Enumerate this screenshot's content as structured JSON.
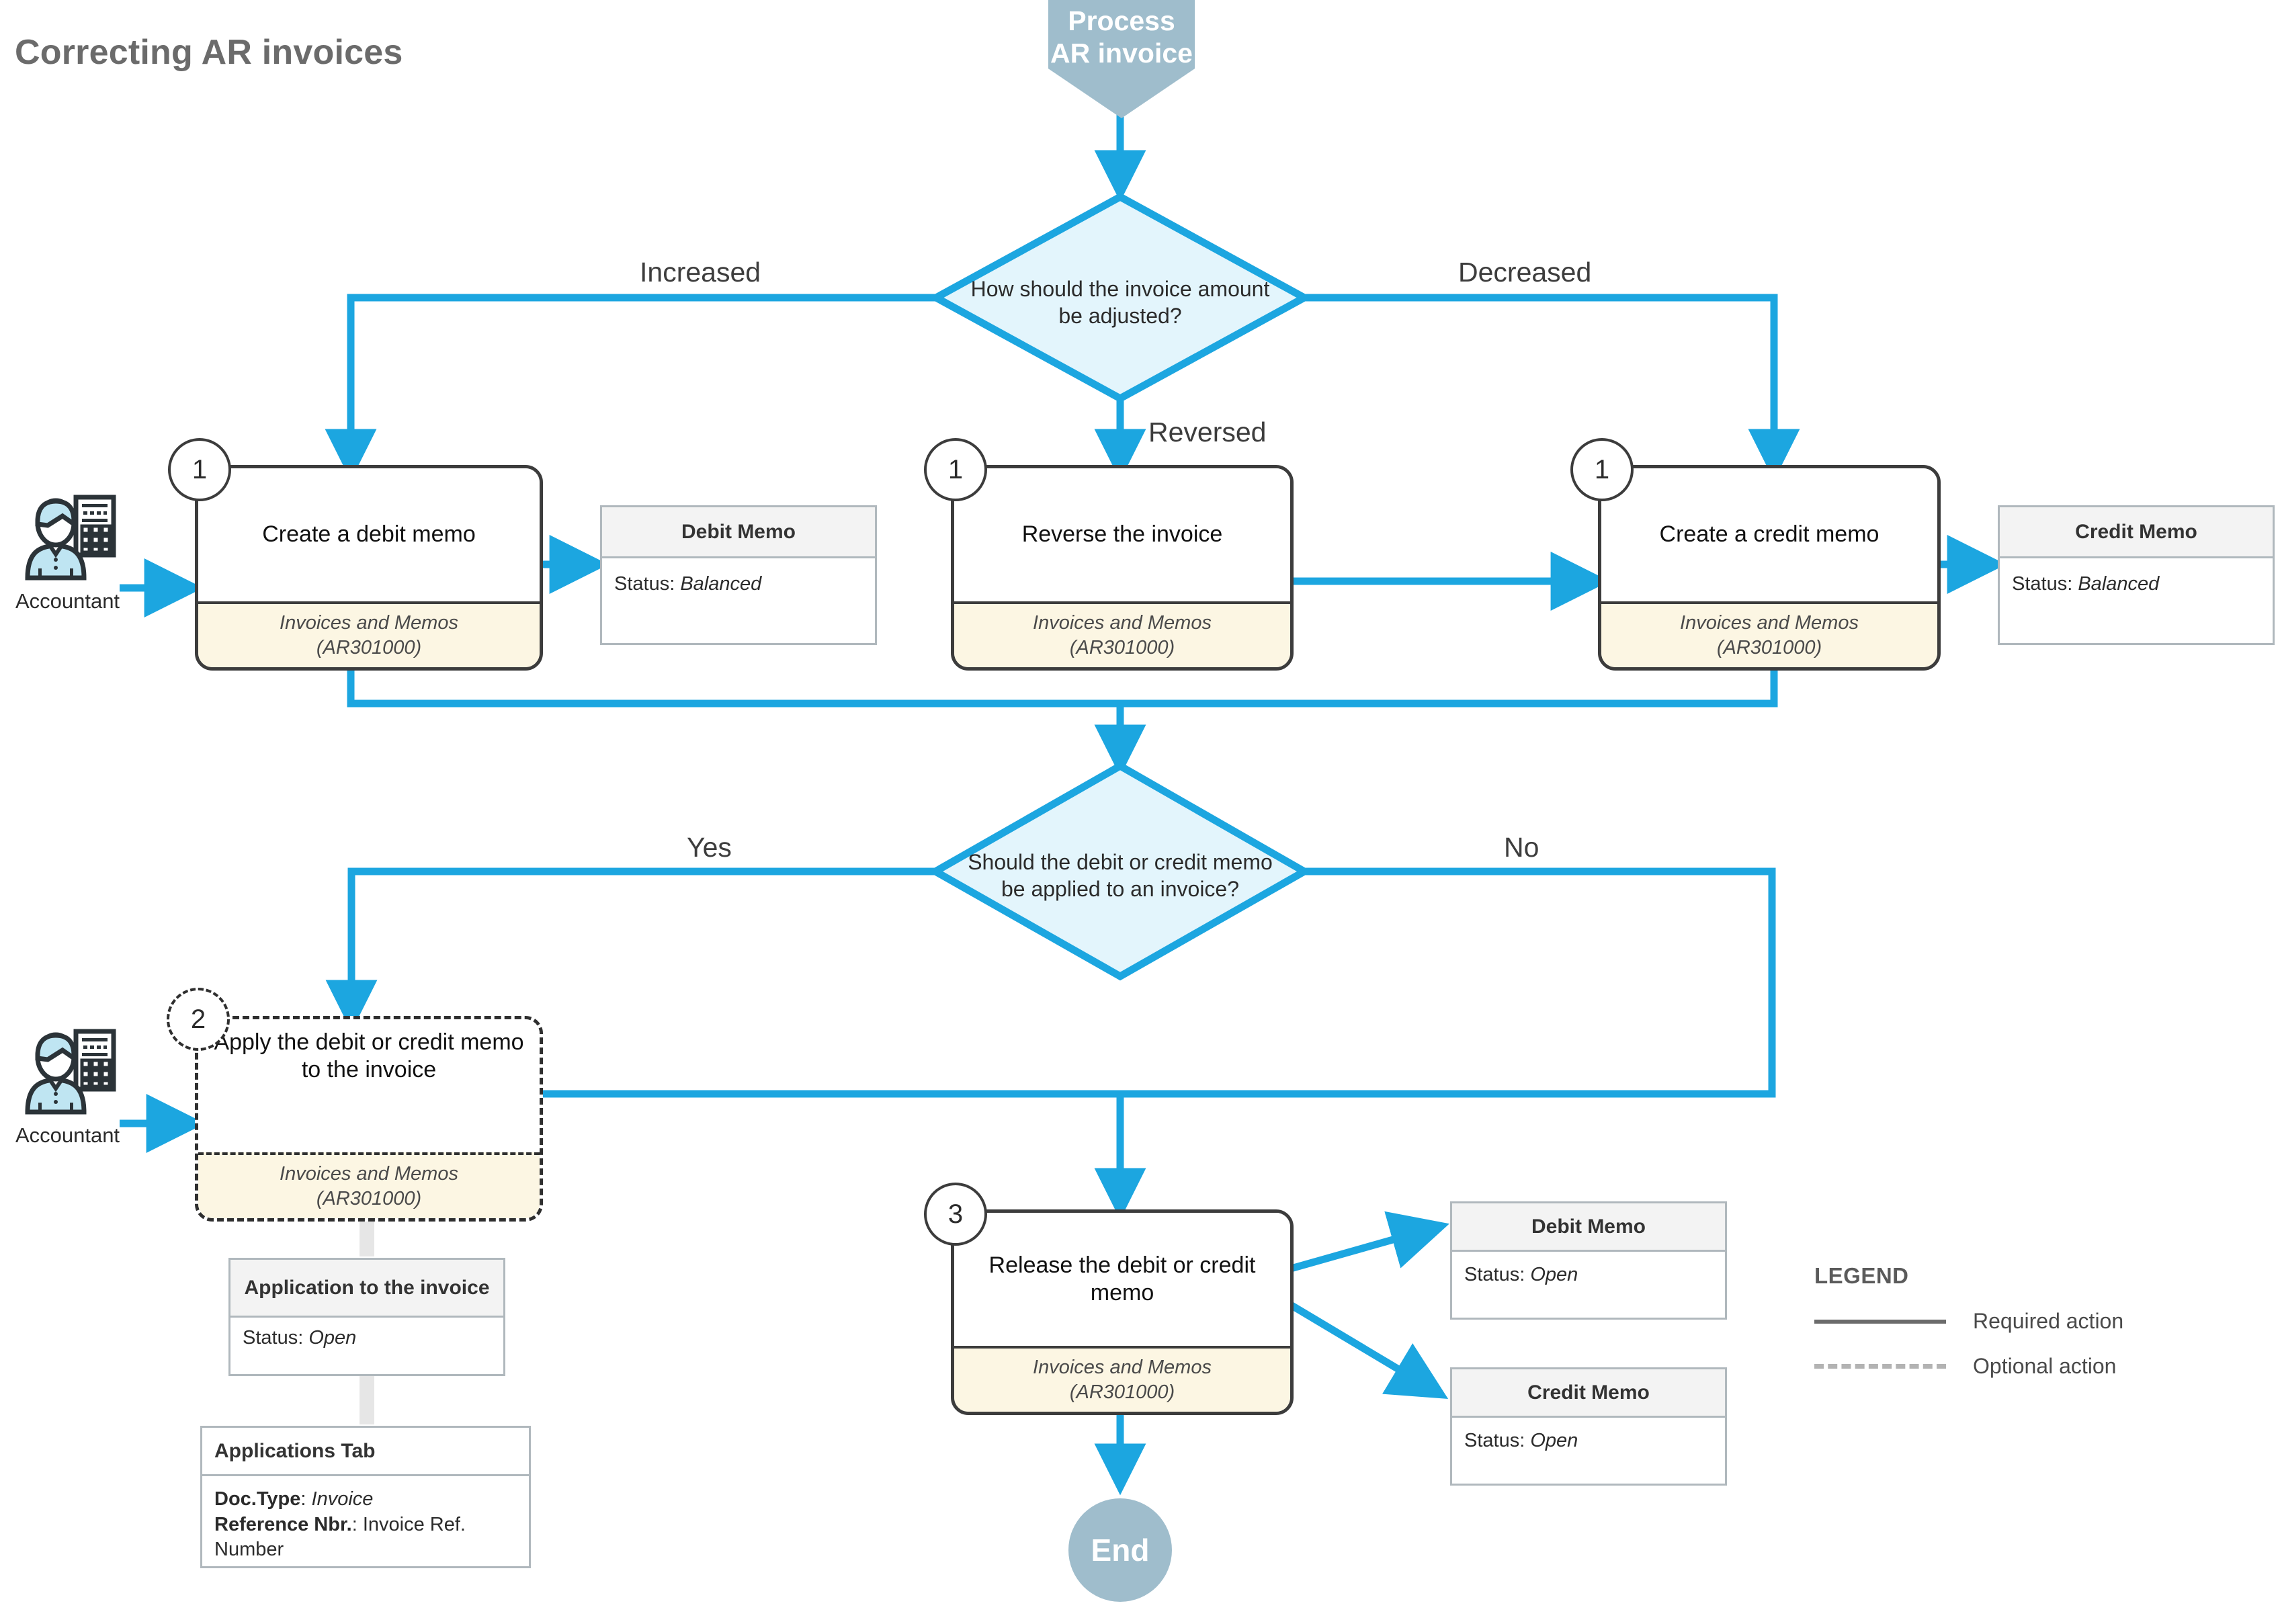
{
  "page": {
    "title": "Correcting AR invoices"
  },
  "terminators": {
    "start": {
      "label": "Process AR invoice",
      "color": "#9fbdcc"
    },
    "end": {
      "label": "End",
      "color": "#9fbdcc"
    }
  },
  "colors": {
    "flow_line": "#1CA6E0",
    "diamond_fill": "#E3F5FC",
    "diamond_stroke": "#1CA6E0",
    "screen_band": "#FCF6E3",
    "node_border": "#3C3C3C",
    "card_border": "#B0B8BD",
    "card_header": "#F3F3F3",
    "title_text": "#6B6B6B"
  },
  "decisions": [
    {
      "id": "adjust",
      "text_line1": "How should the invoice amount",
      "text_line2": "be adjusted?",
      "branches": [
        "Increased",
        "Reversed",
        "Decreased"
      ]
    },
    {
      "id": "apply",
      "text_line1": "Should the debit or credit memo",
      "text_line2": "be applied to an invoice?",
      "branches": [
        "Yes",
        "No"
      ]
    }
  ],
  "edge_labels": {
    "increased": "Increased",
    "decreased": "Decreased",
    "reversed": "Reversed",
    "yes": "Yes",
    "no": "No"
  },
  "steps": [
    {
      "badge": "1",
      "action": "Create a debit memo",
      "screen": "Invoices and Memos (AR301000)",
      "screen_l1": "Invoices and Memos",
      "screen_l2": "(AR301000)",
      "optional": false
    },
    {
      "badge": "1",
      "action": "Reverse the invoice",
      "screen": "Invoices and Memos (AR301000)",
      "screen_l1": "Invoices and Memos",
      "screen_l2": "(AR301000)",
      "optional": false
    },
    {
      "badge": "1",
      "action": "Create a credit memo",
      "screen": "Invoices and Memos (AR301000)",
      "screen_l1": "Invoices and Memos",
      "screen_l2": "(AR301000)",
      "optional": false
    },
    {
      "badge": "2",
      "action": "Apply the debit or credit memo to the invoice",
      "screen": "Invoices and Memos (AR301000)",
      "screen_l1": "Invoices and Memos",
      "screen_l2": "(AR301000)",
      "optional": true
    },
    {
      "badge": "3",
      "action": "Release the debit or credit memo",
      "screen": "Invoices and Memos (AR301000)",
      "screen_l1": "Invoices and Memos",
      "screen_l2": "(AR301000)",
      "optional": false
    }
  ],
  "cards": [
    {
      "id": "debit-balanced",
      "title": "Debit Memo",
      "status_label": "Status:",
      "status_value": "Balanced"
    },
    {
      "id": "credit-balanced",
      "title": "Credit Memo",
      "status_label": "Status:",
      "status_value": "Balanced"
    },
    {
      "id": "application",
      "title": "Application to the invoice",
      "status_label": "Status:",
      "status_value": "Open"
    },
    {
      "id": "applications-tab",
      "title": "Applications Tab",
      "field1_label": "Doc.Type",
      "field1_sep": ": ",
      "field1_value": "Invoice",
      "field2_label": "Reference Nbr.",
      "field2_sep": ": ",
      "field2_value": "Invoice Ref. Number"
    },
    {
      "id": "debit-open",
      "title": "Debit Memo",
      "status_label": "Status:",
      "status_value": "Open"
    },
    {
      "id": "credit-open",
      "title": "Credit Memo",
      "status_label": "Status:",
      "status_value": "Open"
    }
  ],
  "actors": [
    {
      "id": "accountant-1",
      "label": "Accountant"
    },
    {
      "id": "accountant-2",
      "label": "Accountant"
    }
  ],
  "legend": {
    "title": "LEGEND",
    "items": [
      {
        "style": "solid",
        "label": "Required action"
      },
      {
        "style": "dashed",
        "label": "Optional action"
      }
    ]
  }
}
